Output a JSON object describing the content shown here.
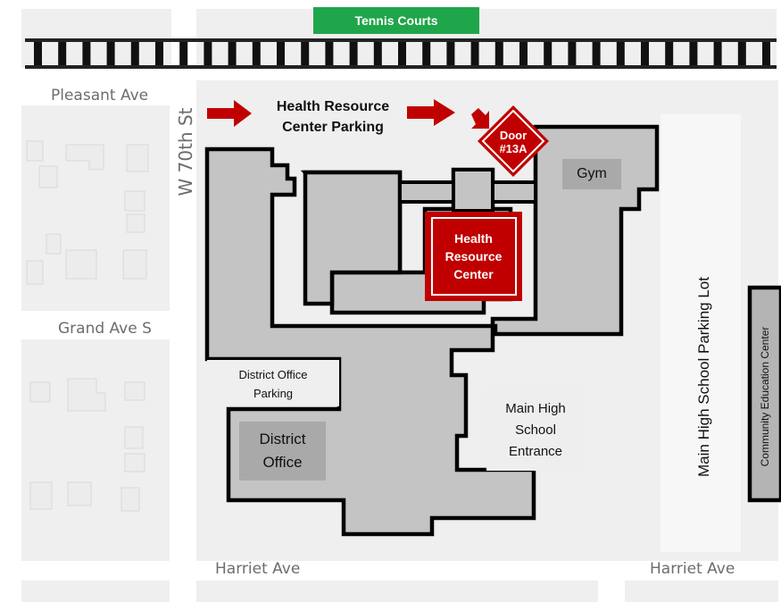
{
  "streets": {
    "pleasant": "Pleasant Ave",
    "w70th": "W 70th St",
    "grand": "Grand Ave S",
    "harriet_left": "Harriet Ave",
    "harriet_right": "Harriet Ave"
  },
  "labels": {
    "tennis_courts": "Tennis Courts",
    "parking_line1": "Health Resource",
    "parking_line2": "Center Parking",
    "door_line1": "Door",
    "door_line2": "#13A",
    "gym": "Gym",
    "hrc_line1": "Health",
    "hrc_line2": "Resource",
    "hrc_line3": "Center",
    "do_parking_line1": "District Office",
    "do_parking_line2": "Parking",
    "do_line1": "District",
    "do_line2": "Office",
    "entrance_line1": "Main High",
    "entrance_line2": "School",
    "entrance_line3": "Entrance",
    "main_lot": "Main High School Parking Lot",
    "community_ed": "Community Education Center"
  },
  "colors": {
    "accent_red": "#c00000",
    "tennis_green": "#1fa64a",
    "building_gray": "#c4c4c4",
    "street_gray": "#6d6d6d"
  }
}
